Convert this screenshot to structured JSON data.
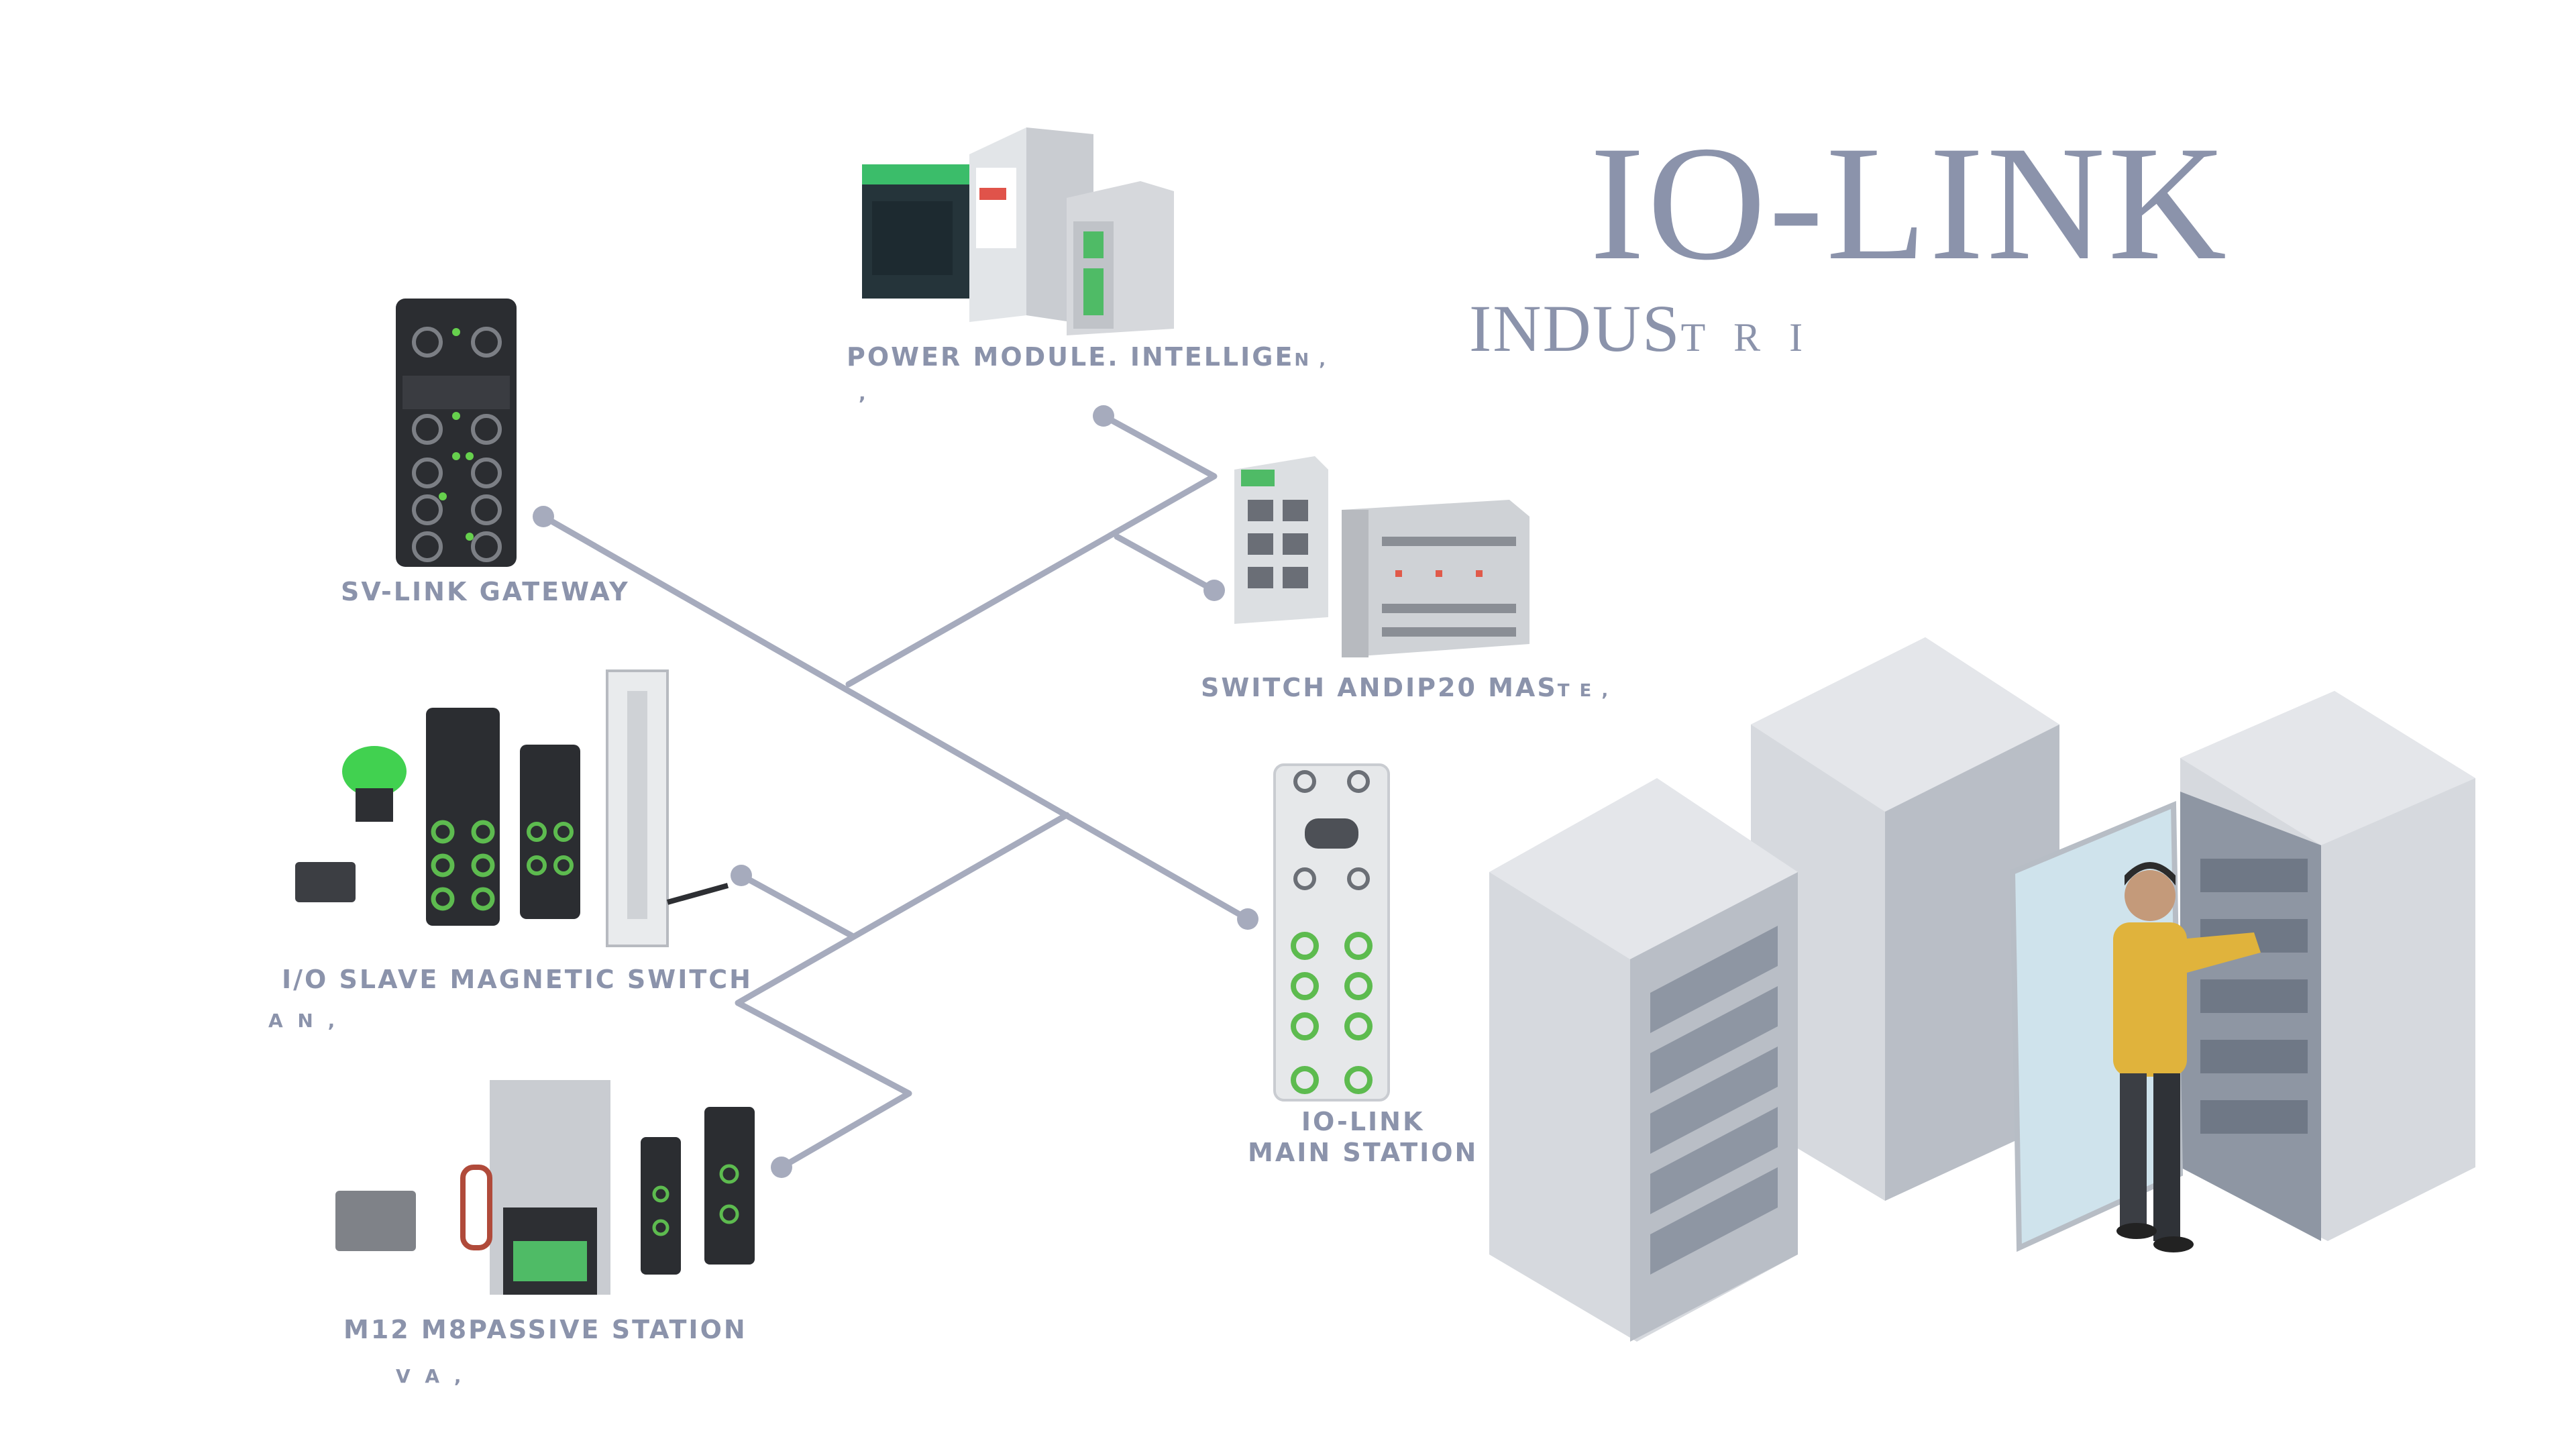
{
  "title": {
    "main": "IO-LINK",
    "sub": "INDUS",
    "sub_tail": "T R I"
  },
  "nodes": {
    "power": {
      "label": "POWER MODULE. INTELLIGE",
      "label_tail": "N ,",
      "extra": ","
    },
    "gateway": {
      "label": "SV-LINK GATEWAY"
    },
    "switch": {
      "label": "SWITCH ANDIP20 MAS",
      "label_tail": "T E ,"
    },
    "io_slave": {
      "label": "I/O SLAVE MAGNETIC SWITCH",
      "extra": "A N ,"
    },
    "main_station": {
      "line1": "IO-LINK",
      "line2": "MAIN STATION"
    },
    "passive": {
      "label": "M12 M8PASSIVE STATION",
      "extra": "V A ,"
    }
  },
  "colors": {
    "accent": "#8b93ab",
    "line": "#a6abbd",
    "device_dark": "#2b2d31",
    "connector_green": "#5dbb4f",
    "rack": "#c9cdd3",
    "person_shirt": "#e0b33c"
  }
}
